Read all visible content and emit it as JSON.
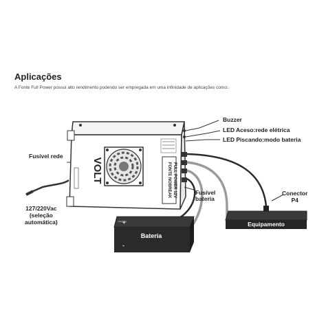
{
  "section": {
    "title": "Aplicações",
    "description": "A Fonte Full Power possui alto rendimento podendo ser empregada em uma infinidade de aplicações como:."
  },
  "device": {
    "brand": "VOLT",
    "model_line1": "FONTE NOBREAK",
    "model_line2": "FULL POWER 12V"
  },
  "callouts": {
    "buzzer": "Buzzer",
    "led_on": "LED Aceso:rede elétrica",
    "led_blink": "LED Piscando:modo bateria",
    "fuse_mains": "Fusível rede",
    "fuse_battery_line1": "Fusível",
    "fuse_battery_line2": "bateria",
    "connector_line1": "Conector",
    "connector_line2": "P4",
    "mains_line1": "127/220Vac",
    "mains_line2": "(seleção",
    "mains_line3": "automática)"
  },
  "battery": {
    "label": "Bateria",
    "plus": "+",
    "minus": "-"
  },
  "equipment": {
    "label": "Equipamento"
  },
  "colors": {
    "line": "#333333",
    "device_fill": "#ffffff",
    "battery_fill": "#2a2a2a",
    "equipment_fill": "#262626",
    "text": "#1e1e1e"
  }
}
